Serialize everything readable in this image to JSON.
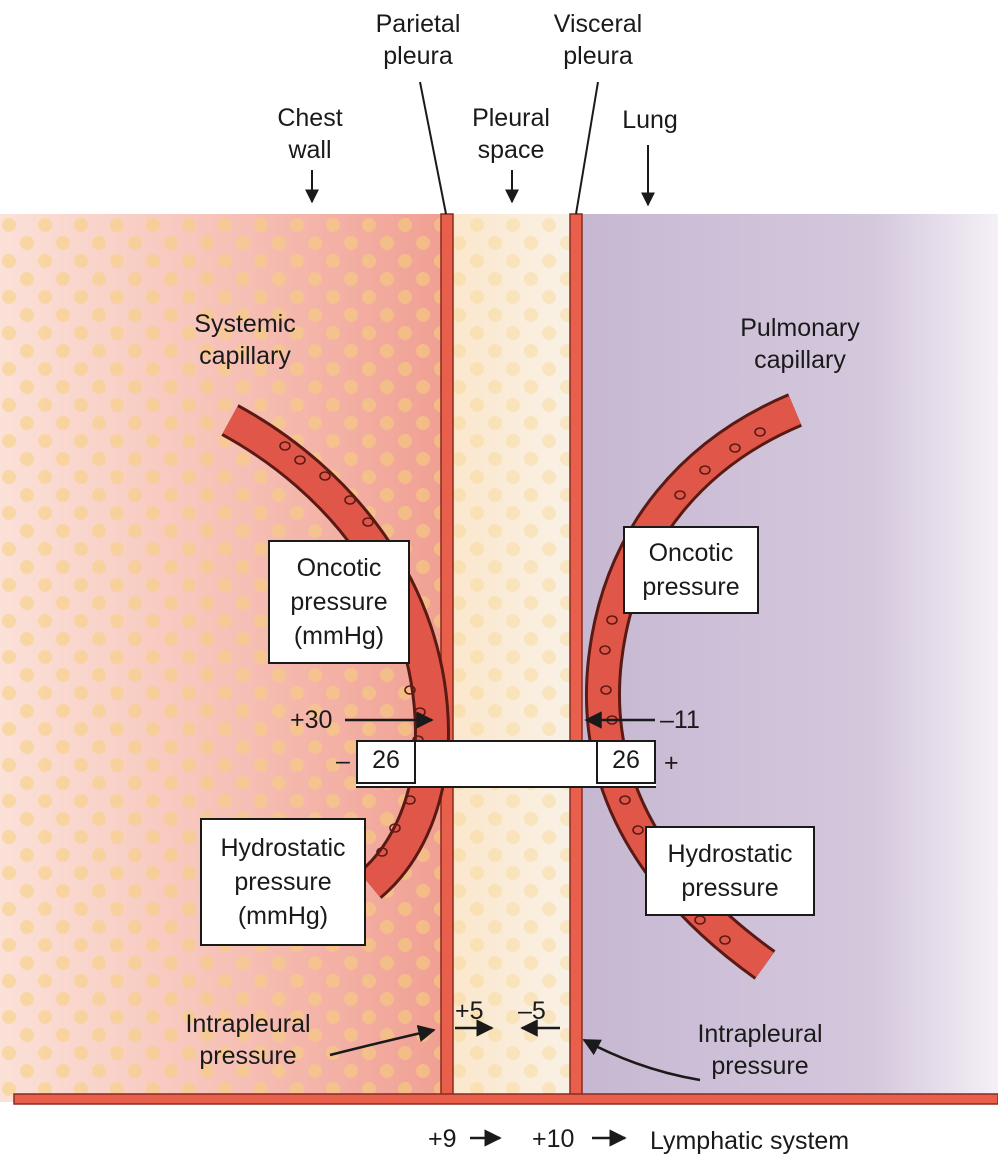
{
  "labels": {
    "parietal_pleura": [
      "Parietal",
      "pleura"
    ],
    "visceral_pleura": [
      "Visceral",
      "pleura"
    ],
    "chest_wall": [
      "Chest",
      "wall"
    ],
    "pleural_space": [
      "Pleural",
      "space"
    ],
    "lung": "Lung",
    "systemic_capillary": [
      "Systemic",
      "capillary"
    ],
    "pulmonary_capillary": [
      "Pulmonary",
      "capillary"
    ],
    "intrapleural_left": [
      "Intrapleural",
      "pressure"
    ],
    "intrapleural_right": [
      "Intrapleural",
      "pressure"
    ],
    "lymphatic_system": "Lymphatic system"
  },
  "boxes": {
    "left_oncotic": [
      "Oncotic",
      "pressure",
      "(mmHg)"
    ],
    "right_oncotic": [
      "Oncotic",
      "pressure"
    ],
    "left_hydrostatic": [
      "Hydrostatic",
      "pressure",
      "(mmHg)"
    ],
    "right_hydrostatic": [
      "Hydrostatic",
      "pressure"
    ]
  },
  "values": {
    "oncotic_left": "26",
    "oncotic_right": "26",
    "sign_left": "–",
    "sign_right": "+",
    "hydro_left": "+30",
    "hydro_right": "–11",
    "intra_left": "+5",
    "intra_right": "–5",
    "lymph_1": "+9",
    "lymph_2": "+10"
  },
  "colors": {
    "chest_wall": "#f2a9a0",
    "pleural_space": "#fbe6c8",
    "lung": "#cdbfd6",
    "pleura": "#e8604c",
    "capillary": "#e0574a",
    "dots": "#f5cf7a"
  }
}
